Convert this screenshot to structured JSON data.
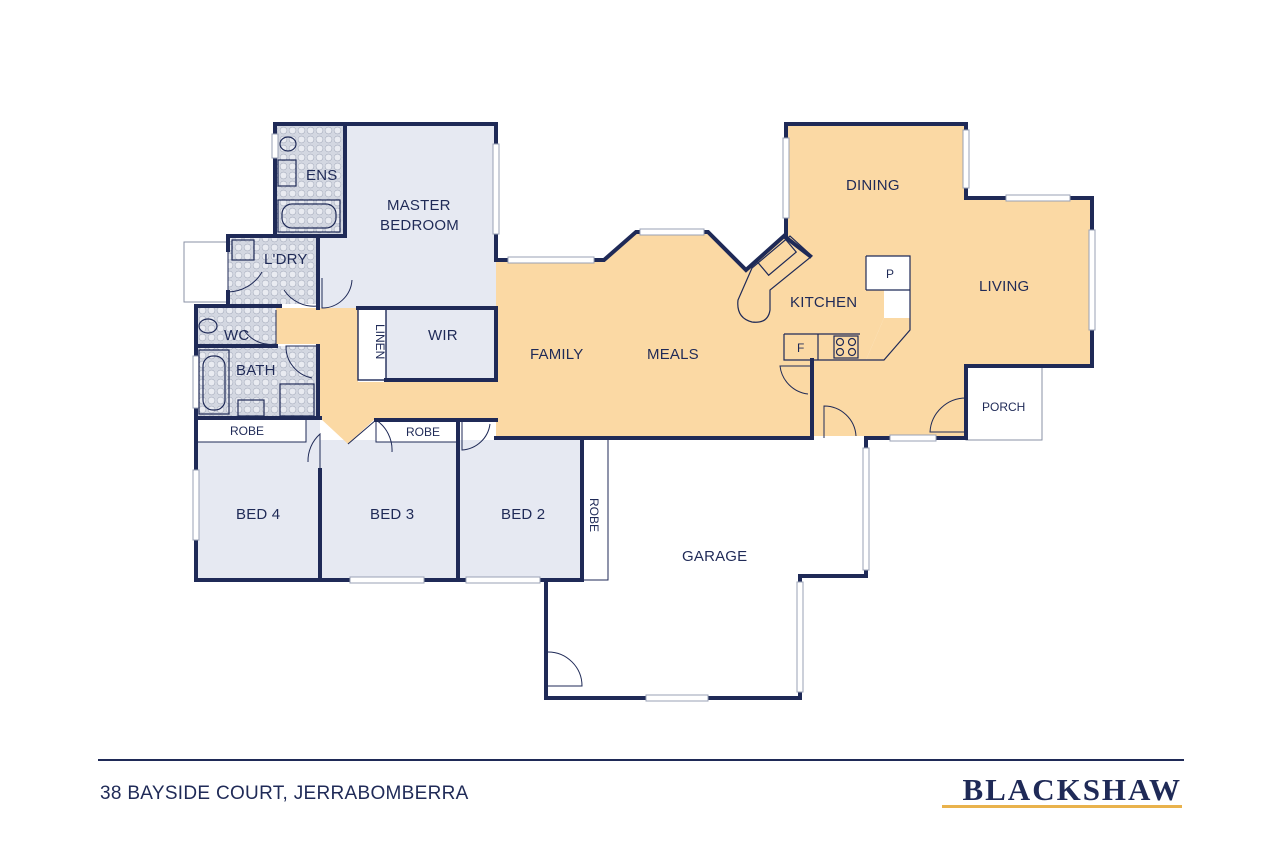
{
  "rooms": {
    "ens": "ENS",
    "master_line1": "MASTER",
    "master_line2": "BEDROOM",
    "laundry": "L'DRY",
    "wc": "WC",
    "bath": "BATH",
    "linen": "LINEN",
    "wir": "WIR",
    "family": "FAMILY",
    "meals": "MEALS",
    "kitchen": "KITCHEN",
    "pantry": "P",
    "fridge": "F",
    "dining": "DINING",
    "living": "LIVING",
    "porch": "PORCH",
    "robe_bed4": "ROBE",
    "robe_bed3": "ROBE",
    "robe_bed2": "ROBE",
    "bed4": "BED 4",
    "bed3": "BED 3",
    "bed2": "BED 2",
    "garage": "GARAGE"
  },
  "footer": {
    "address": "38 BAYSIDE COURT, JERRABOMBERRA",
    "brand": "BLACKSHAW"
  },
  "colors": {
    "wall": "#1f2a57",
    "bedroom_fill": "#e6e9f2",
    "living_fill": "#fbd9a4",
    "tile_fill": "#dcdfe6",
    "brand_accent": "#e9b24c"
  }
}
